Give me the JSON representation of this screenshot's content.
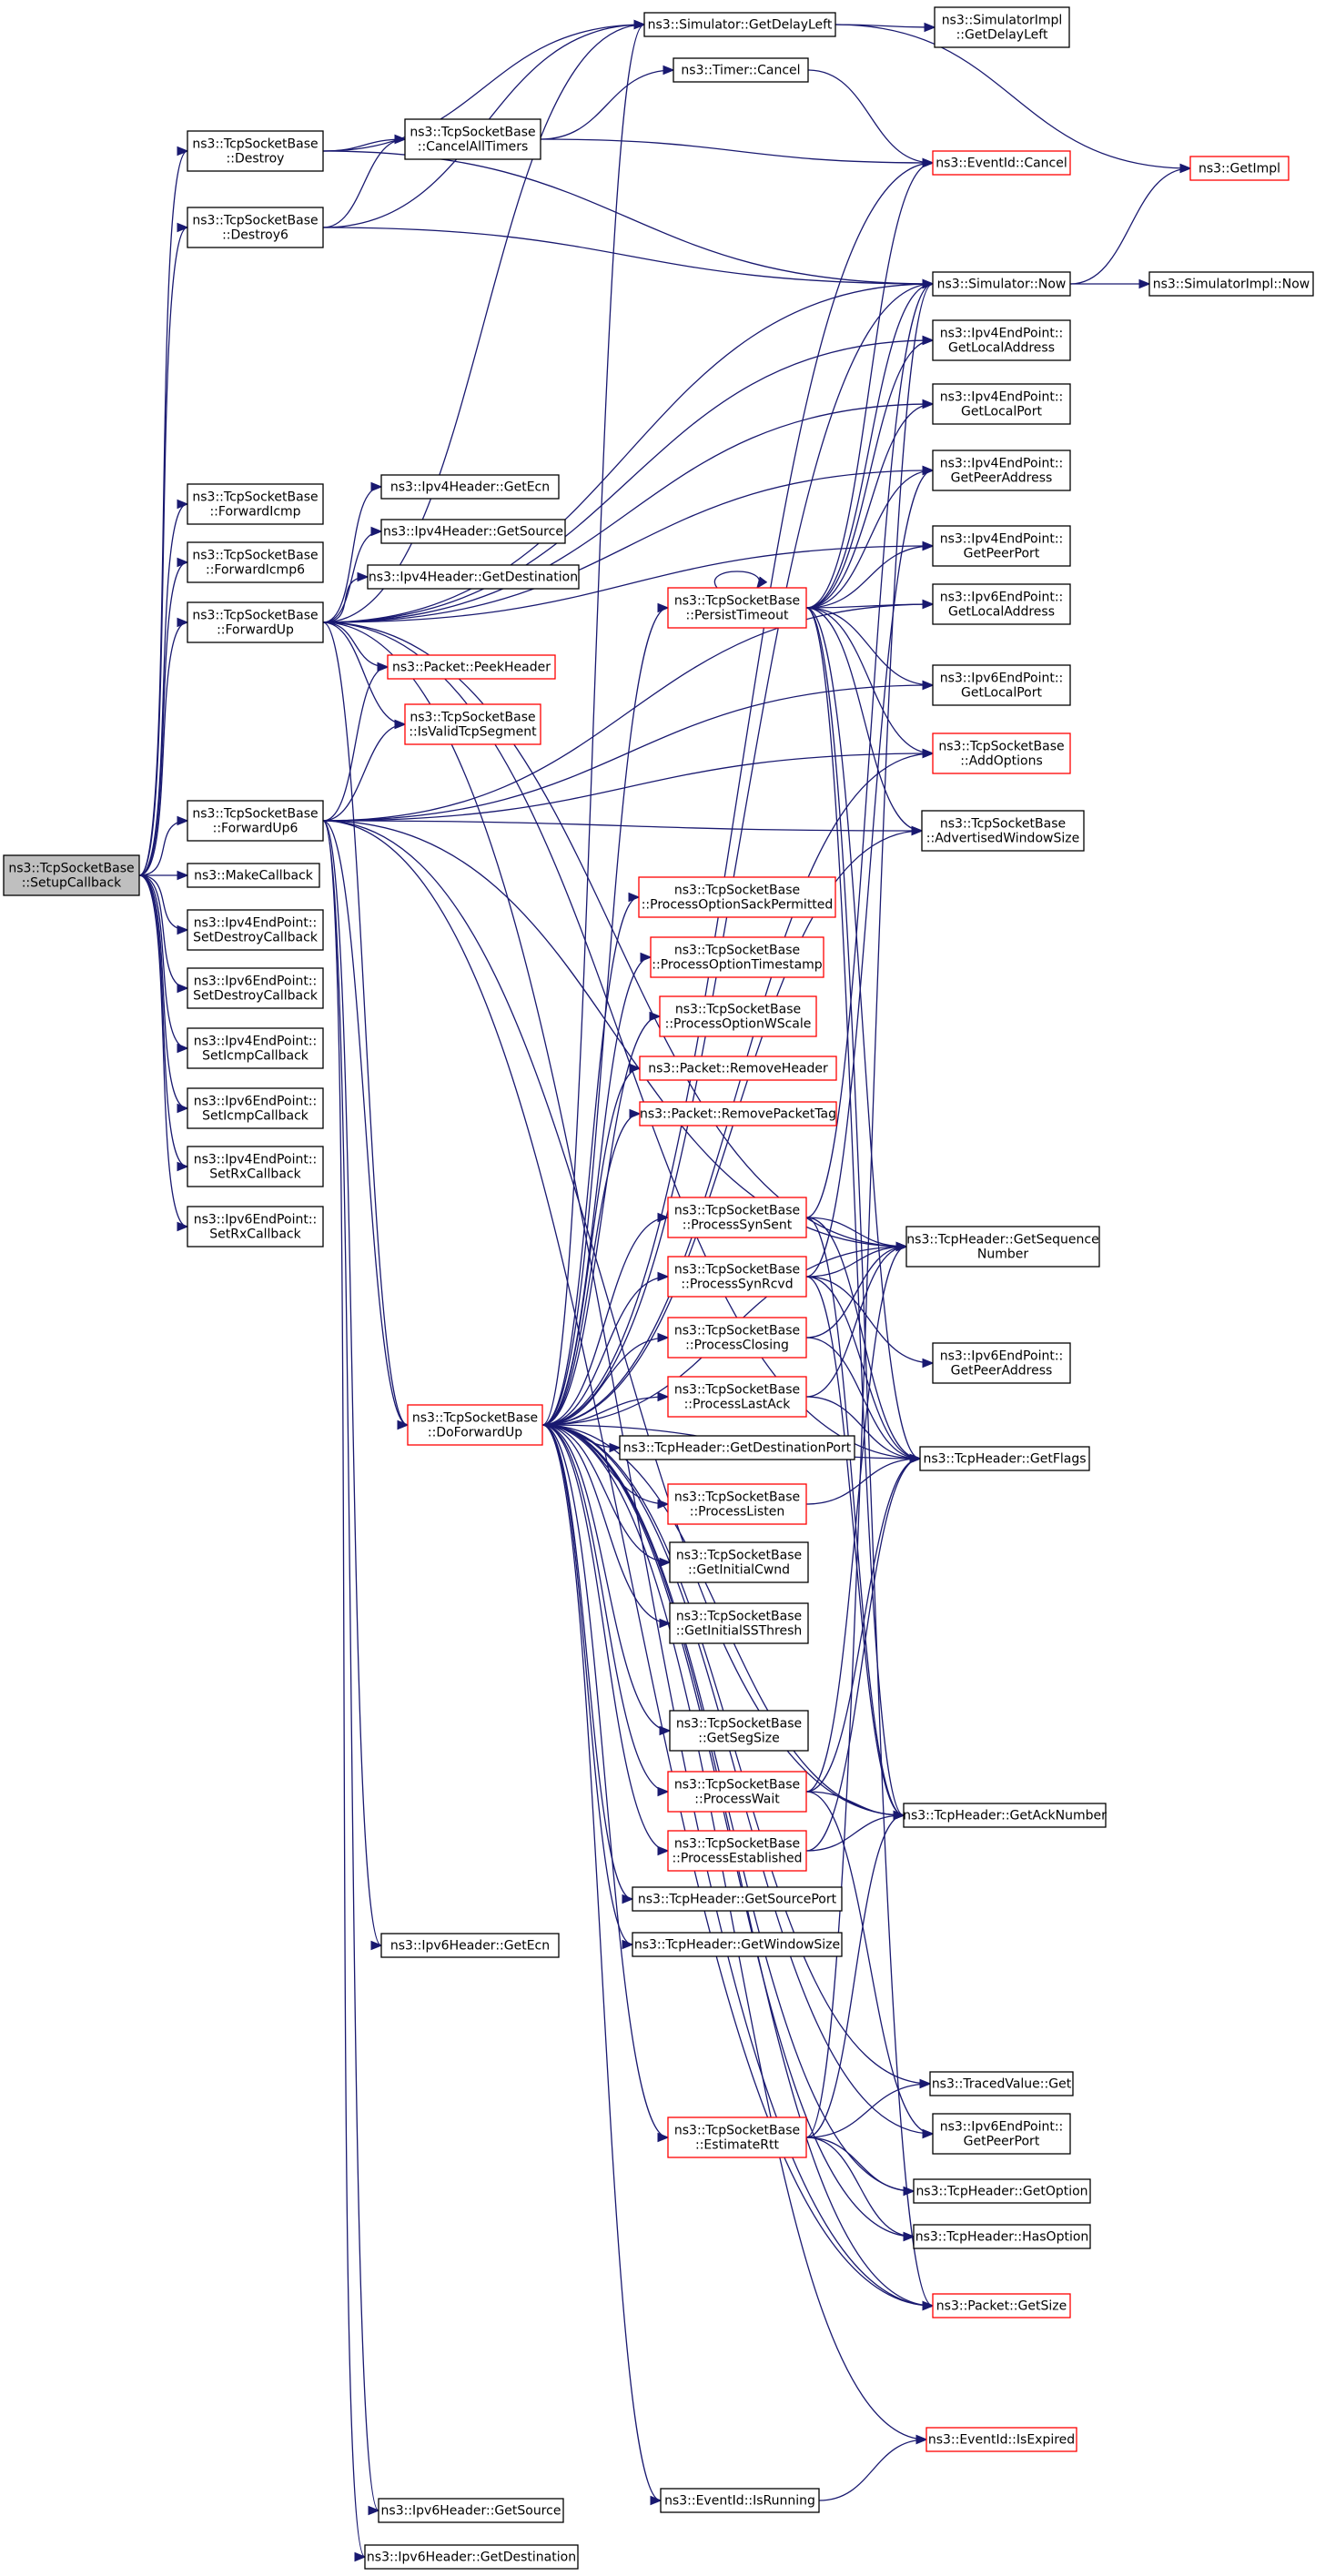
{
  "title": "",
  "colors": {
    "edge": "#191970",
    "focus_fill": "#bfbfbf",
    "focus_border": "#000000",
    "normal_border": "#000000",
    "truncated_border": "#ff0000",
    "node_fill": "#ffffff"
  },
  "nodes": [
    {
      "id": "setup",
      "lines": [
        "ns3::TcpSocketBase",
        "::SetupCallback"
      ],
      "style": "focus"
    },
    {
      "id": "destroy",
      "lines": [
        "ns3::TcpSocketBase",
        "::Destroy"
      ],
      "style": "normal"
    },
    {
      "id": "destroy6",
      "lines": [
        "ns3::TcpSocketBase",
        "::Destroy6"
      ],
      "style": "normal"
    },
    {
      "id": "fwdicmp",
      "lines": [
        "ns3::TcpSocketBase",
        "::ForwardIcmp"
      ],
      "style": "normal"
    },
    {
      "id": "fwdicmp6",
      "lines": [
        "ns3::TcpSocketBase",
        "::ForwardIcmp6"
      ],
      "style": "normal"
    },
    {
      "id": "fwdup",
      "lines": [
        "ns3::TcpSocketBase",
        "::ForwardUp"
      ],
      "style": "normal"
    },
    {
      "id": "fwdup6",
      "lines": [
        "ns3::TcpSocketBase",
        "::ForwardUp6"
      ],
      "style": "normal"
    },
    {
      "id": "makecb",
      "lines": [
        "ns3::MakeCallback"
      ],
      "style": "normal"
    },
    {
      "id": "ipv4destroy",
      "lines": [
        "ns3::Ipv4EndPoint::",
        "SetDestroyCallback"
      ],
      "style": "normal"
    },
    {
      "id": "ipv6destroy",
      "lines": [
        "ns3::Ipv6EndPoint::",
        "SetDestroyCallback"
      ],
      "style": "normal"
    },
    {
      "id": "ipv4icmp",
      "lines": [
        "ns3::Ipv4EndPoint::",
        "SetIcmpCallback"
      ],
      "style": "normal"
    },
    {
      "id": "ipv6icmp",
      "lines": [
        "ns3::Ipv6EndPoint::",
        "SetIcmpCallback"
      ],
      "style": "normal"
    },
    {
      "id": "ipv4rx",
      "lines": [
        "ns3::Ipv4EndPoint::",
        "SetRxCallback"
      ],
      "style": "normal"
    },
    {
      "id": "ipv6rx",
      "lines": [
        "ns3::Ipv6EndPoint::",
        "SetRxCallback"
      ],
      "style": "normal"
    },
    {
      "id": "getdelayleft",
      "lines": [
        "ns3::Simulator::GetDelayLeft"
      ],
      "style": "normal"
    },
    {
      "id": "simimpldelay",
      "lines": [
        "ns3::SimulatorImpl",
        "::GetDelayLeft"
      ],
      "style": "normal"
    },
    {
      "id": "timercancel",
      "lines": [
        "ns3::Timer::Cancel"
      ],
      "style": "normal"
    },
    {
      "id": "cancelall",
      "lines": [
        "ns3::TcpSocketBase",
        "::CancelAllTimers"
      ],
      "style": "normal"
    },
    {
      "id": "eventcancel",
      "lines": [
        "ns3::EventId::Cancel"
      ],
      "style": "truncated"
    },
    {
      "id": "getimpl",
      "lines": [
        "ns3::GetImpl"
      ],
      "style": "truncated"
    },
    {
      "id": "simnow",
      "lines": [
        "ns3::Simulator::Now"
      ],
      "style": "normal"
    },
    {
      "id": "simimplnow",
      "lines": [
        "ns3::SimulatorImpl::Now"
      ],
      "style": "normal"
    },
    {
      "id": "ipv4getlocaladdr",
      "lines": [
        "ns3::Ipv4EndPoint::",
        "GetLocalAddress"
      ],
      "style": "normal"
    },
    {
      "id": "ipv4getlocalport",
      "lines": [
        "ns3::Ipv4EndPoint::",
        "GetLocalPort"
      ],
      "style": "normal"
    },
    {
      "id": "ipv4getpeeraddr",
      "lines": [
        "ns3::Ipv4EndPoint::",
        "GetPeerAddress"
      ],
      "style": "normal"
    },
    {
      "id": "ipv4getpeerport",
      "lines": [
        "ns3::Ipv4EndPoint::",
        "GetPeerPort"
      ],
      "style": "normal"
    },
    {
      "id": "ipv6getlocaladdr",
      "lines": [
        "ns3::Ipv6EndPoint::",
        "GetLocalAddress"
      ],
      "style": "normal"
    },
    {
      "id": "ipv6getlocalport",
      "lines": [
        "ns3::Ipv6EndPoint::",
        "GetLocalPort"
      ],
      "style": "normal"
    },
    {
      "id": "addoptions",
      "lines": [
        "ns3::TcpSocketBase",
        "::AddOptions"
      ],
      "style": "truncated"
    },
    {
      "id": "advwin",
      "lines": [
        "ns3::TcpSocketBase",
        "::AdvertisedWindowSize"
      ],
      "style": "normal"
    },
    {
      "id": "ipv4getecn",
      "lines": [
        "ns3::Ipv4Header::GetEcn"
      ],
      "style": "normal"
    },
    {
      "id": "ipv4getsource",
      "lines": [
        "ns3::Ipv4Header::GetSource"
      ],
      "style": "normal"
    },
    {
      "id": "ipv4getdest",
      "lines": [
        "ns3::Ipv4Header::GetDestination"
      ],
      "style": "normal"
    },
    {
      "id": "persist",
      "lines": [
        "ns3::TcpSocketBase",
        "::PersistTimeout"
      ],
      "style": "truncated"
    },
    {
      "id": "peekheader",
      "lines": [
        "ns3::Packet::PeekHeader"
      ],
      "style": "truncated"
    },
    {
      "id": "isvalidtcp",
      "lines": [
        "ns3::TcpSocketBase",
        "::IsValidTcpSegment"
      ],
      "style": "truncated"
    },
    {
      "id": "procsackperm",
      "lines": [
        "ns3::TcpSocketBase",
        "::ProcessOptionSackPermitted"
      ],
      "style": "truncated"
    },
    {
      "id": "proctimestamp",
      "lines": [
        "ns3::TcpSocketBase",
        "::ProcessOptionTimestamp"
      ],
      "style": "truncated"
    },
    {
      "id": "procwscale",
      "lines": [
        "ns3::TcpSocketBase",
        "::ProcessOptionWScale"
      ],
      "style": "truncated"
    },
    {
      "id": "removeheader",
      "lines": [
        "ns3::Packet::RemoveHeader"
      ],
      "style": "truncated"
    },
    {
      "id": "removepackettag",
      "lines": [
        "ns3::Packet::RemovePacketTag"
      ],
      "style": "truncated"
    },
    {
      "id": "procsynsent",
      "lines": [
        "ns3::TcpSocketBase",
        "::ProcessSynSent"
      ],
      "style": "truncated"
    },
    {
      "id": "procsynrcvd",
      "lines": [
        "ns3::TcpSocketBase",
        "::ProcessSynRcvd"
      ],
      "style": "truncated"
    },
    {
      "id": "procclosing",
      "lines": [
        "ns3::TcpSocketBase",
        "::ProcessClosing"
      ],
      "style": "truncated"
    },
    {
      "id": "proclastack",
      "lines": [
        "ns3::TcpSocketBase",
        "::ProcessLastAck"
      ],
      "style": "truncated"
    },
    {
      "id": "doforwardup",
      "lines": [
        "ns3::TcpSocketBase",
        "::DoForwardUp"
      ],
      "style": "truncated"
    },
    {
      "id": "getdestport",
      "lines": [
        "ns3::TcpHeader::GetDestinationPort"
      ],
      "style": "normal"
    },
    {
      "id": "proclisten",
      "lines": [
        "ns3::TcpSocketBase",
        "::ProcessListen"
      ],
      "style": "truncated"
    },
    {
      "id": "getinitcwnd",
      "lines": [
        "ns3::TcpSocketBase",
        "::GetInitialCwnd"
      ],
      "style": "normal"
    },
    {
      "id": "getinitssthresh",
      "lines": [
        "ns3::TcpSocketBase",
        "::GetInitialSSThresh"
      ],
      "style": "normal"
    },
    {
      "id": "getseqnum",
      "lines": [
        "ns3::TcpHeader::GetSequence",
        "Number"
      ],
      "style": "normal"
    },
    {
      "id": "ipv6getpeeraddr",
      "lines": [
        "ns3::Ipv6EndPoint::",
        "GetPeerAddress"
      ],
      "style": "normal"
    },
    {
      "id": "getflags",
      "lines": [
        "ns3::TcpHeader::GetFlags"
      ],
      "style": "normal"
    },
    {
      "id": "getsegsize",
      "lines": [
        "ns3::TcpSocketBase",
        "::GetSegSize"
      ],
      "style": "normal"
    },
    {
      "id": "procwait",
      "lines": [
        "ns3::TcpSocketBase",
        "::ProcessWait"
      ],
      "style": "truncated"
    },
    {
      "id": "procestablished",
      "lines": [
        "ns3::TcpSocketBase",
        "::ProcessEstablished"
      ],
      "style": "truncated"
    },
    {
      "id": "getacknum",
      "lines": [
        "ns3::TcpHeader::GetAckNumber"
      ],
      "style": "normal"
    },
    {
      "id": "getsourceport",
      "lines": [
        "ns3::TcpHeader::GetSourcePort"
      ],
      "style": "normal"
    },
    {
      "id": "getwindowsize",
      "lines": [
        "ns3::TcpHeader::GetWindowSize"
      ],
      "style": "normal"
    },
    {
      "id": "ipv6getecn",
      "lines": [
        "ns3::Ipv6Header::GetEcn"
      ],
      "style": "normal"
    },
    {
      "id": "tracedget",
      "lines": [
        "ns3::TracedValue::Get"
      ],
      "style": "normal"
    },
    {
      "id": "estimatertt",
      "lines": [
        "ns3::TcpSocketBase",
        "::EstimateRtt"
      ],
      "style": "truncated"
    },
    {
      "id": "ipv6getpeerport",
      "lines": [
        "ns3::Ipv6EndPoint::",
        "GetPeerPort"
      ],
      "style": "normal"
    },
    {
      "id": "getoption",
      "lines": [
        "ns3::TcpHeader::GetOption"
      ],
      "style": "normal"
    },
    {
      "id": "hasoption",
      "lines": [
        "ns3::TcpHeader::HasOption"
      ],
      "style": "normal"
    },
    {
      "id": "getsize",
      "lines": [
        "ns3::Packet::GetSize"
      ],
      "style": "truncated"
    },
    {
      "id": "isexpired",
      "lines": [
        "ns3::EventId::IsExpired"
      ],
      "style": "truncated"
    },
    {
      "id": "isrunning",
      "lines": [
        "ns3::EventId::IsRunning"
      ],
      "style": "normal"
    },
    {
      "id": "ipv6getsource",
      "lines": [
        "ns3::Ipv6Header::GetSource"
      ],
      "style": "normal"
    },
    {
      "id": "ipv6getdest",
      "lines": [
        "ns3::Ipv6Header::GetDestination"
      ],
      "style": "normal"
    }
  ],
  "edges": [
    [
      "setup",
      "destroy"
    ],
    [
      "setup",
      "destroy6"
    ],
    [
      "setup",
      "fwdicmp"
    ],
    [
      "setup",
      "fwdicmp6"
    ],
    [
      "setup",
      "fwdup"
    ],
    [
      "setup",
      "fwdup6"
    ],
    [
      "setup",
      "makecb"
    ],
    [
      "setup",
      "ipv4destroy"
    ],
    [
      "setup",
      "ipv6destroy"
    ],
    [
      "setup",
      "ipv4icmp"
    ],
    [
      "setup",
      "ipv6icmp"
    ],
    [
      "setup",
      "ipv4rx"
    ],
    [
      "setup",
      "ipv6rx"
    ],
    [
      "destroy",
      "getdelayleft"
    ],
    [
      "destroy",
      "cancelall"
    ],
    [
      "destroy",
      "simnow"
    ],
    [
      "destroy6",
      "cancelall"
    ],
    [
      "destroy6",
      "simnow"
    ],
    [
      "destroy6",
      "getdelayleft"
    ],
    [
      "getdelayleft",
      "simimpldelay"
    ],
    [
      "getdelayleft",
      "getimpl"
    ],
    [
      "cancelall",
      "timercancel"
    ],
    [
      "cancelall",
      "eventcancel"
    ],
    [
      "timercancel",
      "eventcancel"
    ],
    [
      "simnow",
      "getimpl"
    ],
    [
      "simnow",
      "simimplnow"
    ],
    [
      "fwdup",
      "ipv4getlocaladdr"
    ],
    [
      "fwdup",
      "ipv4getlocalport"
    ],
    [
      "fwdup",
      "ipv4getpeeraddr"
    ],
    [
      "fwdup",
      "ipv4getpeerport"
    ],
    [
      "fwdup",
      "ipv4getecn"
    ],
    [
      "fwdup",
      "ipv4getsource"
    ],
    [
      "fwdup",
      "ipv4getdest"
    ],
    [
      "fwdup",
      "peekheader"
    ],
    [
      "fwdup",
      "isvalidtcp"
    ],
    [
      "fwdup",
      "doforwardup"
    ],
    [
      "fwdup",
      "getseqnum"
    ],
    [
      "fwdup",
      "simnow"
    ],
    [
      "fwdup",
      "getdelayleft"
    ],
    [
      "fwdup",
      "getsize"
    ],
    [
      "fwdup",
      "getflags"
    ],
    [
      "fwdup6",
      "peekheader"
    ],
    [
      "fwdup6",
      "isvalidtcp"
    ],
    [
      "fwdup6",
      "doforwardup"
    ],
    [
      "fwdup6",
      "ipv6getlocaladdr"
    ],
    [
      "fwdup6",
      "ipv6getlocalport"
    ],
    [
      "fwdup6",
      "addoptions"
    ],
    [
      "fwdup6",
      "advwin"
    ],
    [
      "fwdup6",
      "ipv6getecn"
    ],
    [
      "fwdup6",
      "ipv6getsource"
    ],
    [
      "fwdup6",
      "ipv6getdest"
    ],
    [
      "fwdup6",
      "getseqnum"
    ],
    [
      "fwdup6",
      "getacknum"
    ],
    [
      "fwdup6",
      "getsize"
    ],
    [
      "persist",
      "simnow"
    ],
    [
      "persist",
      "eventcancel"
    ],
    [
      "persist",
      "ipv4getlocaladdr"
    ],
    [
      "persist",
      "ipv4getlocalport"
    ],
    [
      "persist",
      "ipv4getpeeraddr"
    ],
    [
      "persist",
      "ipv4getpeerport"
    ],
    [
      "persist",
      "ipv6getlocaladdr"
    ],
    [
      "persist",
      "ipv6getlocalport"
    ],
    [
      "persist",
      "addoptions"
    ],
    [
      "persist",
      "advwin"
    ],
    [
      "persist",
      "getflags"
    ],
    [
      "persist",
      "getacknum"
    ],
    [
      "persist",
      "getsize"
    ],
    [
      "persist",
      "persist"
    ],
    [
      "doforwardup",
      "persist"
    ],
    [
      "doforwardup",
      "procsackperm"
    ],
    [
      "doforwardup",
      "proctimestamp"
    ],
    [
      "doforwardup",
      "procwscale"
    ],
    [
      "doforwardup",
      "removeheader"
    ],
    [
      "doforwardup",
      "removepackettag"
    ],
    [
      "doforwardup",
      "procsynsent"
    ],
    [
      "doforwardup",
      "procsynrcvd"
    ],
    [
      "doforwardup",
      "procclosing"
    ],
    [
      "doforwardup",
      "proclastack"
    ],
    [
      "doforwardup",
      "getdestport"
    ],
    [
      "doforwardup",
      "proclisten"
    ],
    [
      "doforwardup",
      "getinitcwnd"
    ],
    [
      "doforwardup",
      "getinitssthresh"
    ],
    [
      "doforwardup",
      "getsegsize"
    ],
    [
      "doforwardup",
      "procwait"
    ],
    [
      "doforwardup",
      "procestablished"
    ],
    [
      "doforwardup",
      "getsourceport"
    ],
    [
      "doforwardup",
      "getwindowsize"
    ],
    [
      "doforwardup",
      "estimatertt"
    ],
    [
      "doforwardup",
      "isrunning"
    ],
    [
      "doforwardup",
      "isexpired"
    ],
    [
      "doforwardup",
      "tracedget"
    ],
    [
      "doforwardup",
      "getoption"
    ],
    [
      "doforwardup",
      "hasoption"
    ],
    [
      "doforwardup",
      "getsize"
    ],
    [
      "doforwardup",
      "getseqnum"
    ],
    [
      "doforwardup",
      "getflags"
    ],
    [
      "doforwardup",
      "getacknum"
    ],
    [
      "doforwardup",
      "simnow"
    ],
    [
      "doforwardup",
      "eventcancel"
    ],
    [
      "doforwardup",
      "getdelayleft"
    ],
    [
      "doforwardup",
      "addoptions"
    ],
    [
      "doforwardup",
      "advwin"
    ],
    [
      "doforwardup",
      "ipv6getpeerport"
    ],
    [
      "procsynsent",
      "getseqnum"
    ],
    [
      "procsynsent",
      "getflags"
    ],
    [
      "procsynsent",
      "getacknum"
    ],
    [
      "procsynsent",
      "simnow"
    ],
    [
      "procsynrcvd",
      "getseqnum"
    ],
    [
      "procsynrcvd",
      "getflags"
    ],
    [
      "procsynrcvd",
      "getacknum"
    ],
    [
      "procsynrcvd",
      "ipv6getpeeraddr"
    ],
    [
      "procsynrcvd",
      "ipv4getpeeraddr"
    ],
    [
      "procclosing",
      "getseqnum"
    ],
    [
      "procclosing",
      "getflags"
    ],
    [
      "proclastack",
      "getseqnum"
    ],
    [
      "proclastack",
      "getflags"
    ],
    [
      "proclisten",
      "getflags"
    ],
    [
      "procwait",
      "getacknum"
    ],
    [
      "procwait",
      "getflags"
    ],
    [
      "procwait",
      "ipv6getpeerport"
    ],
    [
      "procwait",
      "getseqnum"
    ],
    [
      "procestablished",
      "getacknum"
    ],
    [
      "procestablished",
      "getflags"
    ],
    [
      "estimatertt",
      "tracedget"
    ],
    [
      "estimatertt",
      "getoption"
    ],
    [
      "estimatertt",
      "hasoption"
    ],
    [
      "estimatertt",
      "getacknum"
    ],
    [
      "estimatertt",
      "simnow"
    ],
    [
      "isrunning",
      "isexpired"
    ]
  ]
}
